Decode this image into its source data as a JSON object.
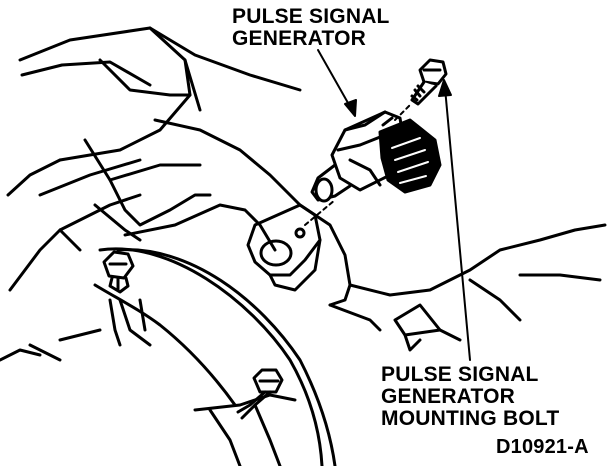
{
  "callouts": {
    "pulse_signal_generator": [
      "PULSE SIGNAL",
      "GENERATOR"
    ],
    "mounting_bolt": [
      "PULSE SIGNAL",
      "GENERATOR",
      "MOUNTING BOLT"
    ]
  },
  "figure_id": "D10921-A",
  "colors": {
    "ink": "#000000",
    "paper": "#ffffff"
  }
}
